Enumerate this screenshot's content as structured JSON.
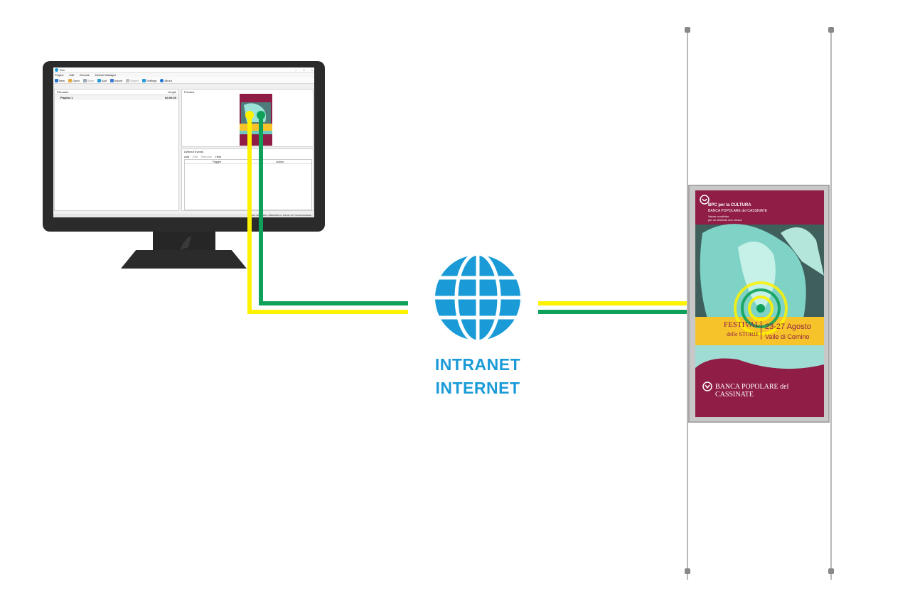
{
  "app": {
    "title": "Rcs",
    "tabs": [
      "Project",
      "Edit",
      "Encode",
      "Device Manager"
    ],
    "toolbar": [
      "New",
      "Open",
      "Save",
      "Add",
      "Import",
      "Export",
      "Settings",
      "About"
    ],
    "playlist_header": {
      "name": "Filename",
      "length": "Length"
    },
    "playlist_rows": [
      {
        "name": "Playlist 1",
        "length": "00:00:00"
      }
    ],
    "preview_label": "Preview",
    "events_label": "Defined Events",
    "events_toolbar": [
      "Add",
      "Edit",
      "Remove",
      "Help"
    ],
    "events_columns": [
      "Trigger",
      "Action"
    ],
    "status": "Encoder: idle · Video: 1080x1920 px, Portrait, 30° Counterclockwise"
  },
  "network": {
    "line1": "INTRANET",
    "line2": "INTERNET"
  },
  "poster": {
    "org_title": "BPC per la CULTURA",
    "bank_line": "BANCA POPOLARE del CASSINATE",
    "tagline1": "Valore condiviso",
    "tagline2": "per un territorio che cresce",
    "festival_line1": "FESTIVAL",
    "festival_line2": "delle STORIE",
    "dates": "23-27 Agosto",
    "place": "Valle di Comino",
    "footer": "BANCA POPOLARE del CASSINATE"
  },
  "colors": {
    "wire_yellow": "#fff200",
    "wire_green": "#0fa15a",
    "globe_blue": "#1a9bd7",
    "poster_magenta": "#8f1d45",
    "poster_yellow": "#f6c42a",
    "poster_teal": "#6fc9c0",
    "monitor": "#2b2b2b"
  },
  "icons": [
    "globe-icon",
    "monitor-icon",
    "signal-waves-icon",
    "bank-logo-icon"
  ]
}
